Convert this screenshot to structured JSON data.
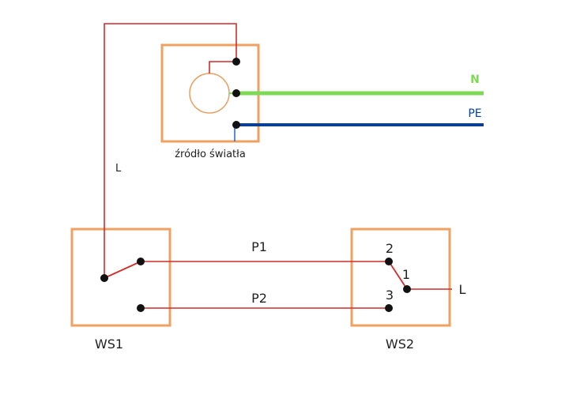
{
  "labels": {
    "light_source": "źródło światła",
    "line_l_left": "L",
    "neutral": "N",
    "protective_earth": "PE",
    "p1": "P1",
    "p2": "P2",
    "terminal_2": "2",
    "terminal_1": "1",
    "terminal_3": "3",
    "line_l_right": "L",
    "ws1": "WS1",
    "ws2": "WS2"
  },
  "colors": {
    "box_border": "#f0a060",
    "lamp_circle": "#e8a060",
    "line_wire": "#d22c2c",
    "neutral_wire": "#7ed957",
    "pe_wire": "#0a3f93",
    "terminal": "#111111",
    "text": "#222222"
  }
}
